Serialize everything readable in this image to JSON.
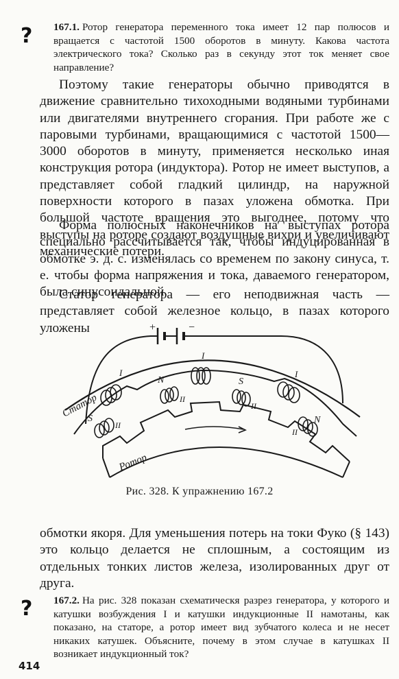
{
  "question1": {
    "mark": "?",
    "number": "167.1.",
    "text": "Ротор генератора переменного тока имеет 12 пар полюсов и вращается с частотой 1500 оборотов в минуту. Какова частота электрического тока? Сколько раз в секунду этот ток меняет свое направление?"
  },
  "paragraphs": {
    "p1": "Поэтому такие генераторы обычно приводятся в движение сравнительно тихоходными водяными турбинами или двигателями внутреннего сгорания. При работе же с паровыми турбинами, вращающимися с частотой 1500—3000 оборотов в минуту, применяется несколько иная конструкция ротора (индуктора). Ротор не имеет выступов, а представляет собой гладкий цилиндр, на наружной поверхности которого в пазах уложена обмотка. При большой частоте вращения это выгоднее, потому что выступы на роторе создают воздушные вихри и увеличивают механические потери.",
    "p2": "Форма полюсных наконечников на выступах ротора специально рассчитывается так, чтобы индуцированная в обмотке э. д. с. изменялась со временем по закону синуса, т. е. чтобы форма напряжения и тока, даваемого генератором, была синусоидальной.",
    "p3": "Статор генератора — его неподвижная часть — представляет собой железное кольцо, в пазах которого уложены",
    "p4": "обмотки якоря. Для уменьшения потерь на токи Фуко (§ 143) это кольцо делается не сплошным, а состоящим из отдельных тонких листов железа, изолированных друг от друга."
  },
  "figure": {
    "labels": {
      "plus": "+",
      "minus": "−",
      "stator": "Статор",
      "rotor": "Ротор",
      "coil_I": "I",
      "coil_II": "II",
      "pole_N": "N",
      "pole_S": "S"
    },
    "caption": "Рис. 328. К упражнению 167.2"
  },
  "question2": {
    "mark": "?",
    "number": "167.2.",
    "text": "На рис. 328 показан схематическя разрез генератора, у которого и катушки возбуждения I и катушки индукционные II намотаны, как показано, на статоре, а ротор имеет вид зубчатого колеса и не несет никаких катушек. Объясните, почему в этом случае в катушках II возникает индукционный ток?"
  },
  "page_number": "414"
}
